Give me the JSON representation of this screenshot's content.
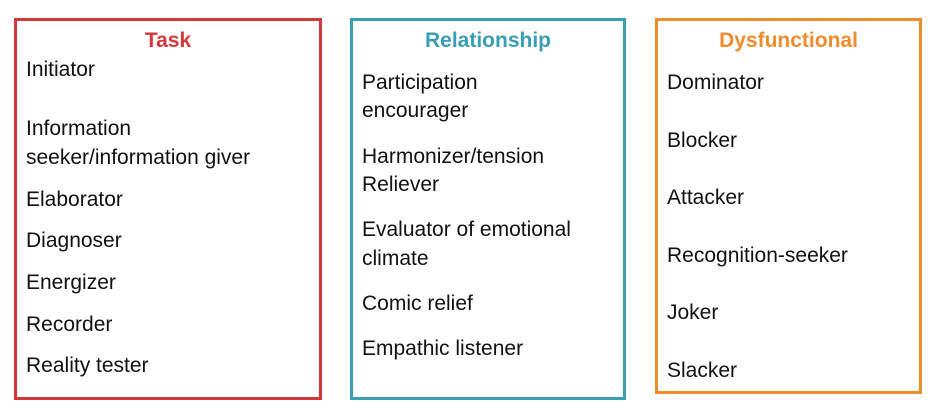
{
  "columns": [
    {
      "title": "Task",
      "color": "#d4373a",
      "items": [
        "Initiator",
        "Information\nseeker/information giver",
        "Elaborator",
        "Diagnoser",
        "Energizer",
        "Recorder",
        "Reality tester"
      ]
    },
    {
      "title": "Relationship",
      "color": "#3a9fb5",
      "items": [
        "Participation\nencourager",
        "Harmonizer/tension\nReliever",
        "Evaluator of emotional\nclimate",
        "Comic relief",
        "Empathic listener"
      ]
    },
    {
      "title": "Dysfunctional",
      "color": "#ef8d2e",
      "items": [
        "Dominator",
        "Blocker",
        "Attacker",
        "Recognition-seeker",
        "Joker",
        "Slacker"
      ]
    }
  ]
}
